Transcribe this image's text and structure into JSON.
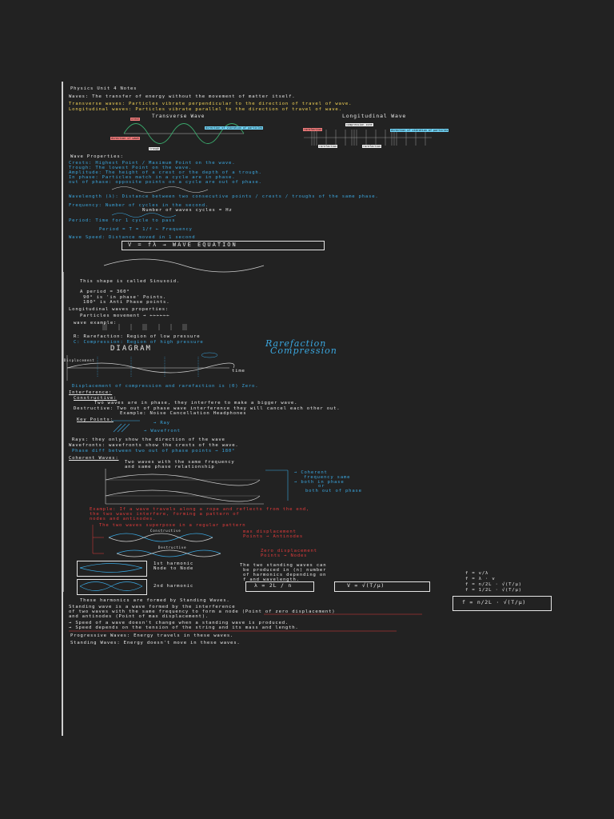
{
  "notes": {
    "title": "Physics Unit 4 Notes",
    "wave_def": "Waves: The transfer of energy without the movement of matter itself.",
    "transverse_def": "Transverse waves: Particles vibrate perpendicular to the direction of travel of wave.",
    "longitudinal_def": "Longitudinal waves: Particles vibrate parallel to the direction of travel of wave.",
    "transverse_label": "Transverse Wave",
    "longitudinal_label": "Longitudinal Wave",
    "tag_crest": "crest",
    "tag_trough": "trough",
    "tag_direction_t": "direction of vibration of particles",
    "tag_compression": "compression zone",
    "tag_rarefaction_l": "rarefaction",
    "tag_rarefaction_r": "rarefaction",
    "tag_direction_l": "direction of vibration of particles",
    "tag_left_red": "direction of wave",
    "props_heading": "Wave Properties:",
    "prop_crest": "Crests: Highest Point / Maximum Point on the wave.",
    "prop_trough": "Trough: The lowest Point on the wave.",
    "prop_amplitude": "Amplitude: The height of a crest or the depth of a trough.",
    "prop_antiphase": "In phase: Particles match in a cycle are in phase.",
    "prop_outofphase": "out of phase: opposite points on a cycle are out of phase.",
    "prop_wavelength": "Wavelength (λ): Distance between two consecutive points / crests / troughs of the same phase.",
    "prop_frequency": "Frequency: Number of cycles in the second.",
    "prop_frequency_unit": "Number of waves cycles = Hz",
    "prop_period": "Period: Time for 1 cycle to pass",
    "prop_period_formula": "Period  =  T  =  1/f  ← Frequency",
    "prop_speed": "Wave Speed: Distance moved in 1 second",
    "wave_equation": "V  =  fλ   →  WAVE   EQUATION",
    "sinusoid_note": "This shape is called Sinusoid.",
    "period_360": "A period = 360°",
    "phase_90": "90° is 'in phase' Points.",
    "phase_180": "180° is Anti Phase points.",
    "long_props_heading": "Longitudinal waves properties:",
    "long_particles": "Particles movement → ←←←←←←",
    "long_wave_example": "wave example:",
    "long_rarefaction": "R: Rarefaction: Region of low pressure",
    "long_compression": "C: Compression: Region of high pressure",
    "diagram_label": "DIAGRAM",
    "rarefaction_script": "Rarefaction",
    "compression_script": "Compression",
    "displacement_label": "Displacement",
    "time_label": "time",
    "displacement_note": "Displacement of compression and rarefaction is (0) Zero.",
    "interference_heading": "Interference:",
    "constructive_heading": "Constructive:",
    "constructive_def": "Two waves are in phase, they interfere to make a bigger wave.",
    "destructive_def": "Destructive: Two out of phase wave interference they will cancel each other out.",
    "example_noise": "Example: Noise Cancellation Headphones",
    "key_points": "Key Points:",
    "ray_label": "→ Ray",
    "wavefront_label": "→ Wavefront",
    "rays_note": "Rays: they only show the direction of the wave",
    "wavefronts_note": "Wavefronts: wavefronts show the crests of the wave.",
    "phase_diff": "Phase diff between two out of phase points → 180°",
    "coherent_heading": "Coherent Waves:",
    "coherent_def_1": "Two waves with the same frequency",
    "coherent_def_2": "and same phase relationship",
    "coherent_1": "→ Coherent",
    "coherent_2": "frequency same",
    "coherent_3": "→ both in phase",
    "coherent_4": "or",
    "coherent_5": "both out of phase",
    "red_example_1": "Example: If a wave travels along a rope and reflects from the end,",
    "red_example_2": "the two waves interfere, forming a pattern of",
    "red_example_3": "nodes and antinodes.",
    "red_example_4": "The two waves superpose in a regular pattern",
    "constructive_small": "Constructive",
    "destructive_small": "Destructive",
    "max_disp_1": "max displacement",
    "max_disp_2": "Points → Antinodes",
    "zero_disp_1": "Zero displacement",
    "zero_disp_2": "Points → Nodes",
    "harmonic_1": "1st harmonic",
    "harmonic_1b": "Node to Node",
    "harmonic_2": "2nd harmonic",
    "standing_note_1": "The two standing waves can",
    "standing_note_2": "be produced in (n) number",
    "standing_note_3": "of harmonics depending on",
    "standing_note_4": "f and wavelength.",
    "lambda_formula": "λ  =  2L / n",
    "v_formula": "V  =  √(T/μ)",
    "f_formula_1": "f  =  v/λ",
    "f_formula_2": "f  =  λ  ·  v",
    "f_formula_3": "f  =  n/2L · √(T/μ)",
    "f_formula_4": "f  =  1/2L · √(T/μ)",
    "f_formula_box": "f  =  n/2L  ·  √(T/μ)",
    "standing_1": "These harmonics are formed by Standing Waves.",
    "standing_2": "Standing wave is a wave formed by the interference",
    "standing_3": "of two waves with the same frequency to form a node (Point of zero displacement)",
    "standing_4": "and antinodes (Point of max displacement).",
    "speed_1": "→ Speed of a wave doesn't change when a standing wave is produced.",
    "speed_2": "→ Speed depends on the tension of the string and its mass and length.",
    "progressive": "Progressive Waves: Energy travels in these waves.",
    "standing_waves": "Standing Waves: Energy doesn't move in these waves."
  }
}
